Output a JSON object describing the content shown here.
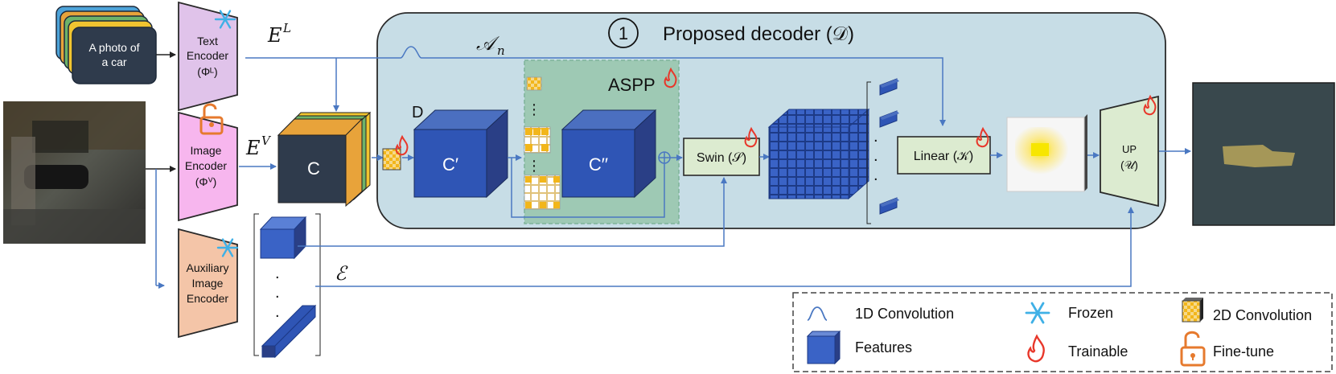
{
  "prompt_card": {
    "line1": "A photo of",
    "line2": "a car"
  },
  "text_encoder": {
    "line1": "Text",
    "line2": "Encoder",
    "line3": "(Φᴸ)"
  },
  "image_encoder": {
    "line1": "Image",
    "line2": "Encoder",
    "line3": "(Φⱽ)"
  },
  "aux_encoder": {
    "line1": "Auxiliary",
    "line2": "Image",
    "line3": "Encoder"
  },
  "labels": {
    "E_L": "E",
    "E_L_sup": "L",
    "E_V": "E",
    "E_V_sup": "V",
    "A_n": "𝒜",
    "A_n_sub": "n",
    "aux_features": "ℰ"
  },
  "decoder": {
    "number": "1",
    "title": "Proposed decoder (𝒟)",
    "concat_block": "C",
    "D_label": "D",
    "C_prime": "C′",
    "C_dprime": "C′′",
    "aspp": "ASPP",
    "swin": "Swin (𝒮)",
    "linear": "Linear (𝒦)",
    "dots": "⋮"
  },
  "upsampler": {
    "line1": "UP",
    "line2": "(𝒰)"
  },
  "legend": {
    "conv1d": "1D Convolution",
    "frozen": "Frozen",
    "conv2d": "2D Convolution",
    "features": "Features",
    "trainable": "Trainable",
    "finetune": "Fine-tune"
  },
  "colors": {
    "decoder_bg": "#c7dde6",
    "aspp_bg": "#9ec9b4",
    "encoder_text": "#e0c3ea",
    "encoder_image": "#f7b6ee",
    "encoder_aux": "#f4c5a8",
    "block_dark": "#2f3b4c",
    "feature_blue": "#2f55b5",
    "swin_green": "#dcebd0",
    "arrow": "#4a78c2"
  }
}
